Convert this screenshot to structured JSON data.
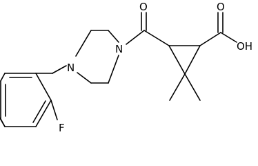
{
  "labels": {
    "carbonyl_oxygen": "O",
    "acid_oxygen": "O",
    "hydroxyl": "OH",
    "fluorine": "F",
    "nitrogen_top": "N",
    "nitrogen_left": "N"
  }
}
